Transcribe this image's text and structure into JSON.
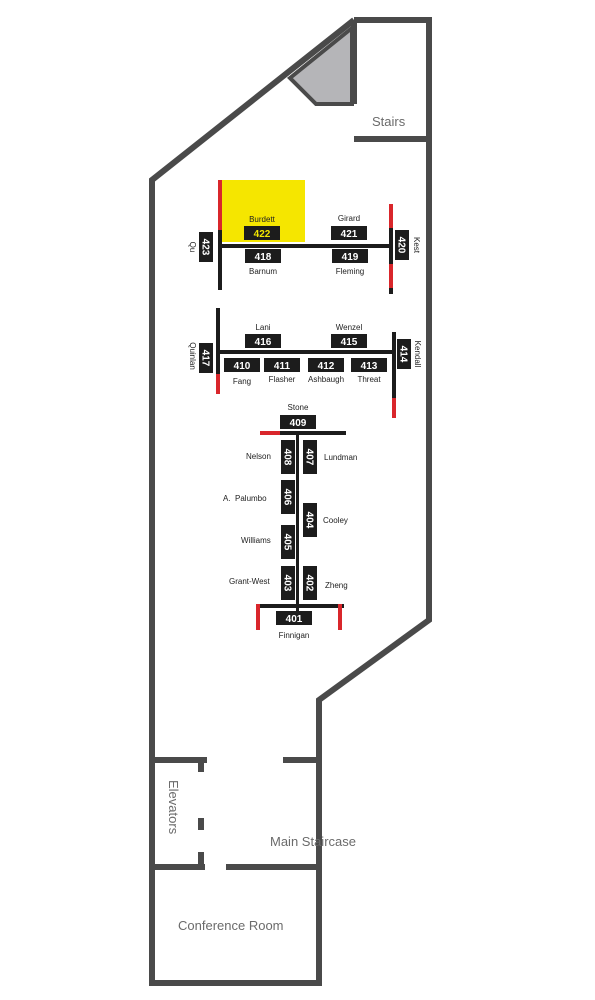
{
  "rooms": {
    "stairs": "Stairs",
    "elevators": "Elevators",
    "main_staircase": "Main Staircase",
    "conference_room": "Conference Room"
  },
  "highlight": {
    "office": "422",
    "name": "Burdett",
    "color": "#f5e600"
  },
  "colors": {
    "wall": "#4a4a4a",
    "desk": "#1c1c1c",
    "accent": "#d9262b",
    "shaded": "#b5b5b8"
  },
  "offices": {
    "o422": {
      "number": "422",
      "name": "Burdett"
    },
    "o421": {
      "number": "421",
      "name": "Girard"
    },
    "o423": {
      "number": "423",
      "name": "Qu"
    },
    "o420": {
      "number": "420",
      "name": "Kest"
    },
    "o418": {
      "number": "418",
      "name": "Barnum"
    },
    "o419": {
      "number": "419",
      "name": "Fleming"
    },
    "o416": {
      "number": "416",
      "name": "Lani"
    },
    "o415": {
      "number": "415",
      "name": "Wenzel"
    },
    "o417": {
      "number": "417",
      "name": "Quinlan"
    },
    "o414": {
      "number": "414",
      "name": "Kendall"
    },
    "o410": {
      "number": "410",
      "name": "Fang"
    },
    "o411": {
      "number": "411",
      "name": "Flasher"
    },
    "o412": {
      "number": "412",
      "name": "Ashbaugh"
    },
    "o413": {
      "number": "413",
      "name": "Threat"
    },
    "o409": {
      "number": "409",
      "name": "Stone"
    },
    "o408": {
      "number": "408",
      "name": "Nelson"
    },
    "o407": {
      "number": "407",
      "name": "Lundman"
    },
    "o406": {
      "number": "406",
      "name": "A.  Palumbo"
    },
    "o404": {
      "number": "404",
      "name": "Cooley"
    },
    "o405": {
      "number": "405",
      "name": "Williams"
    },
    "o403": {
      "number": "403",
      "name": "Grant-West"
    },
    "o402": {
      "number": "402",
      "name": "Zheng"
    },
    "o401": {
      "number": "401",
      "name": "Finnigan"
    }
  }
}
